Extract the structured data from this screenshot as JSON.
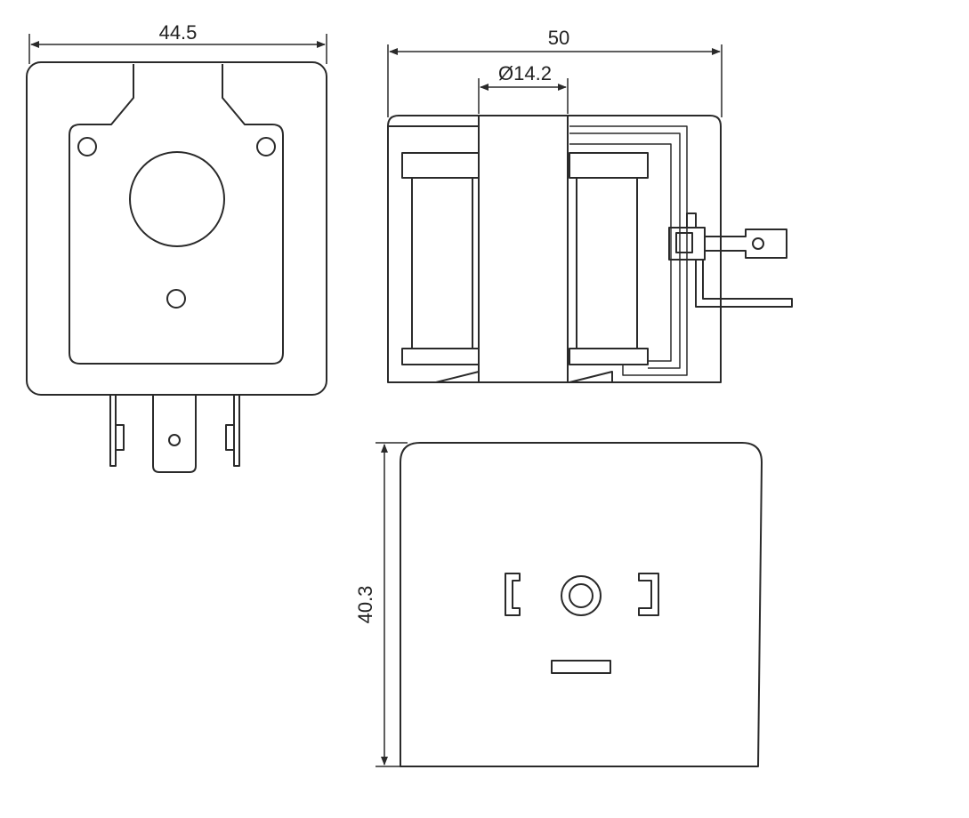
{
  "dimensions": {
    "front_width": "44.5",
    "side_length": "50",
    "bore_diameter": "Ø14.2",
    "bottom_height": "40.3"
  },
  "colors": {
    "line": "#2a2a2a",
    "background": "#ffffff",
    "shade": "#f2f2f2"
  }
}
